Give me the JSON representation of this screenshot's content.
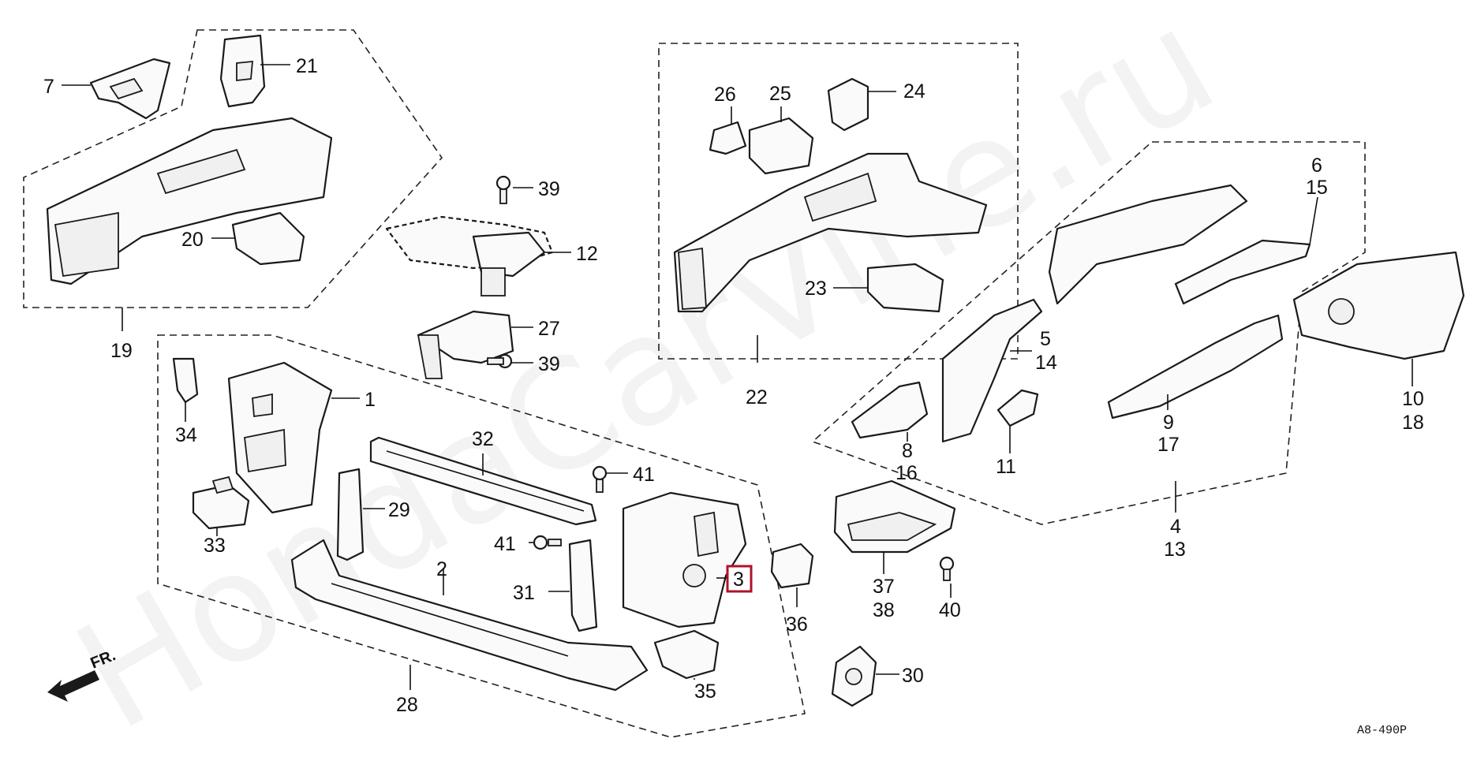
{
  "watermark": "HondaCarVine.ru",
  "diagram_code": "A8-490P",
  "front_indicator": "FR.",
  "highlighted_part": "3",
  "callouts": [
    {
      "id": "1",
      "label": "1"
    },
    {
      "id": "2",
      "label": "2"
    },
    {
      "id": "3",
      "label": "3"
    },
    {
      "id": "4",
      "label": "4"
    },
    {
      "id": "5",
      "label": "5"
    },
    {
      "id": "6",
      "label": "6"
    },
    {
      "id": "7",
      "label": "7"
    },
    {
      "id": "8",
      "label": "8"
    },
    {
      "id": "9",
      "label": "9"
    },
    {
      "id": "10",
      "label": "10"
    },
    {
      "id": "11",
      "label": "11"
    },
    {
      "id": "12",
      "label": "12"
    },
    {
      "id": "13",
      "label": "13"
    },
    {
      "id": "14",
      "label": "14"
    },
    {
      "id": "15",
      "label": "15"
    },
    {
      "id": "16",
      "label": "16"
    },
    {
      "id": "17",
      "label": "17"
    },
    {
      "id": "18",
      "label": "18"
    },
    {
      "id": "19",
      "label": "19"
    },
    {
      "id": "20",
      "label": "20"
    },
    {
      "id": "21",
      "label": "21"
    },
    {
      "id": "22",
      "label": "22"
    },
    {
      "id": "23",
      "label": "23"
    },
    {
      "id": "24",
      "label": "24"
    },
    {
      "id": "25",
      "label": "25"
    },
    {
      "id": "26",
      "label": "26"
    },
    {
      "id": "27",
      "label": "27"
    },
    {
      "id": "28",
      "label": "28"
    },
    {
      "id": "29",
      "label": "29"
    },
    {
      "id": "30",
      "label": "30"
    },
    {
      "id": "31",
      "label": "31"
    },
    {
      "id": "32",
      "label": "32"
    },
    {
      "id": "33",
      "label": "33"
    },
    {
      "id": "34",
      "label": "34"
    },
    {
      "id": "35",
      "label": "35"
    },
    {
      "id": "36",
      "label": "36"
    },
    {
      "id": "37",
      "label": "37"
    },
    {
      "id": "38",
      "label": "38"
    },
    {
      "id": "39a",
      "label": "39"
    },
    {
      "id": "39b",
      "label": "39"
    },
    {
      "id": "40",
      "label": "40"
    },
    {
      "id": "41a",
      "label": "41"
    },
    {
      "id": "41b",
      "label": "41"
    }
  ],
  "colors": {
    "line": "#1a1a1a",
    "highlight": "#b0122b",
    "background": "#ffffff"
  }
}
